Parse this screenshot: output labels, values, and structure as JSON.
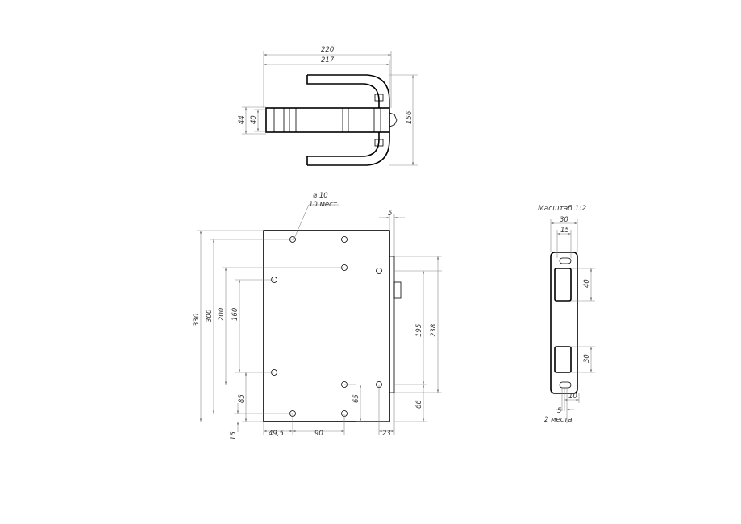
{
  "top_view": {
    "dim_220": "220",
    "dim_217": "217",
    "dim_44": "44",
    "dim_40": "40",
    "dim_156": "156"
  },
  "front_view": {
    "hole_diameter": "⌀ 10",
    "hole_count": "10 мест",
    "dim_5": "5",
    "dim_330": "330",
    "dim_300": "300",
    "dim_200": "200",
    "dim_160": "160",
    "dim_85": "85",
    "dim_15": "15",
    "dim_65": "65",
    "dim_195": "195",
    "dim_238": "238",
    "dim_66": "66",
    "dim_49_5": "49,5",
    "dim_90": "90",
    "dim_23": "23"
  },
  "strike_plate": {
    "scale": "Масштаб 1:2",
    "dim_30_w": "30",
    "dim_15": "15",
    "dim_40": "40",
    "dim_30_h": "30",
    "dim_10": "10",
    "dim_5": "5",
    "note": "2 места"
  }
}
